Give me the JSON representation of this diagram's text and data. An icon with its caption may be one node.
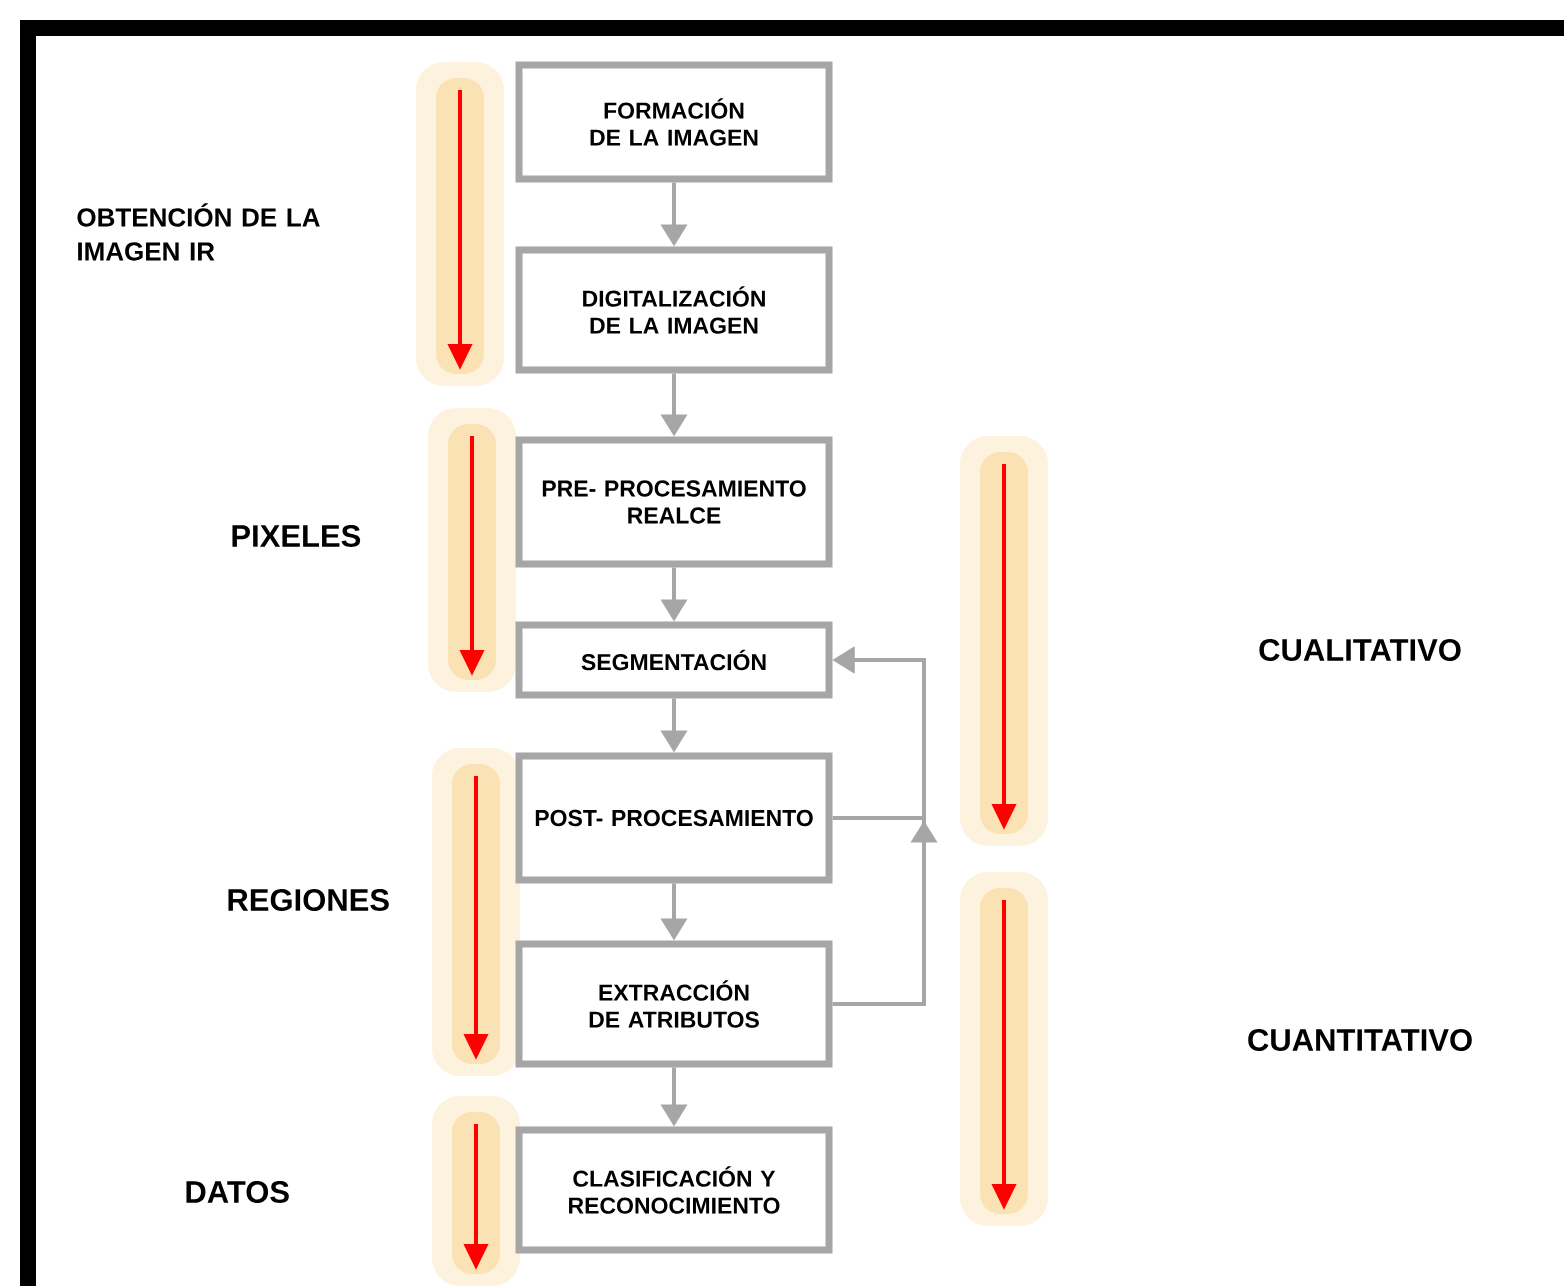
{
  "diagram": {
    "nodes": [
      {
        "text": [
          "FORMACIÓN DE LA IMAGEN"
        ]
      },
      {
        "text": [
          "DIGITALIZACIÓN DE LA IMAGEN"
        ]
      },
      {
        "text": [
          "PRE- PROCESAMIENTO REALCE"
        ]
      },
      {
        "text": [
          "SEGMENTACIÓN"
        ]
      },
      {
        "text": [
          "POST- PROCESAMIENTO"
        ]
      },
      {
        "text": [
          "EXTRACCIÓN DE ATRIBUTOS"
        ]
      },
      {
        "text": [
          "CLASIFICACIÓN Y RECONOCIMIENTO"
        ]
      }
    ],
    "edges": [
      {
        "from": 0,
        "to": 1,
        "arrow": "to"
      },
      {
        "from": 1,
        "to": 2,
        "arrow": "to"
      },
      {
        "from": 2,
        "to": 3,
        "arrow": "to"
      },
      {
        "from": 3,
        "to": 4,
        "arrow": "to"
      },
      {
        "from": 4,
        "to": 5,
        "arrow": "to"
      },
      {
        "from": 5,
        "to": 6,
        "arrow": "to"
      },
      {
        "from": 4,
        "to": 3,
        "arrow": "to"
      },
      {
        "from": 5,
        "to": 3,
        "arrow": "to"
      }
    ],
    "labels": [
      "OBTENCIÓN DE LA IMAGEN IR",
      "PIXELES",
      "CUALITATIVO",
      "REGIONES",
      "CUANTITATIVO",
      "DATOS"
    ]
  }
}
